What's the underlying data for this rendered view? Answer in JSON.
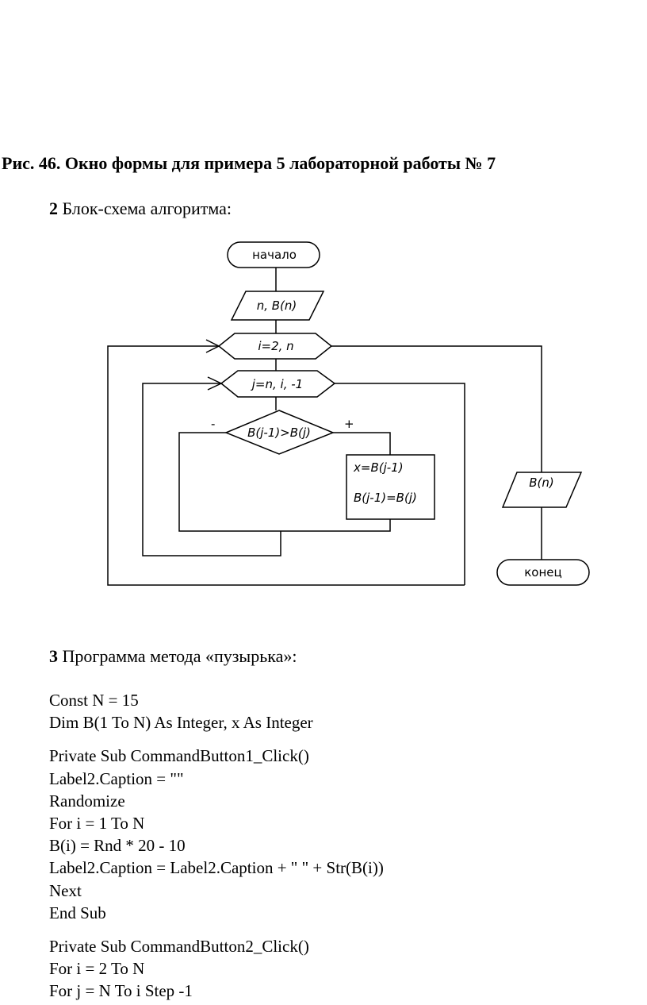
{
  "caption": "Рис. 46. Окно формы для примера 5 лабораторной работы № 7",
  "section2": {
    "number": "2",
    "text": " Блок-схема алгоритма:"
  },
  "flowchart": {
    "start": "начало",
    "input": "n, B(n)",
    "outer_loop": "i=2, n",
    "inner_loop": "j=n, i, -1",
    "condition": "B(j-1)>B(j)",
    "no_label": "-",
    "yes_label": "+",
    "process_line1": "x=B(j-1)",
    "process_line2": "B(j-1)=B(j)",
    "output": "B(n)",
    "end": "конец"
  },
  "section3": {
    "number": "3",
    "text": " Программа метода «пузырька»:"
  },
  "code_block1": [
    "Const N = 15",
    "Dim B(1 To N) As Integer, x As Integer"
  ],
  "code_block2": [
    "Private Sub CommandButton1_Click()",
    "Label2.Caption = \"\"",
    "Randomize",
    "For i = 1 To N",
    "B(i) = Rnd * 20 - 10",
    "Label2.Caption = Label2.Caption + \" \" + Str(B(i))",
    "Next",
    "End Sub"
  ],
  "code_block3": [
    "Private Sub CommandButton2_Click()",
    "For i = 2 To N",
    "For j = N To i Step -1"
  ]
}
